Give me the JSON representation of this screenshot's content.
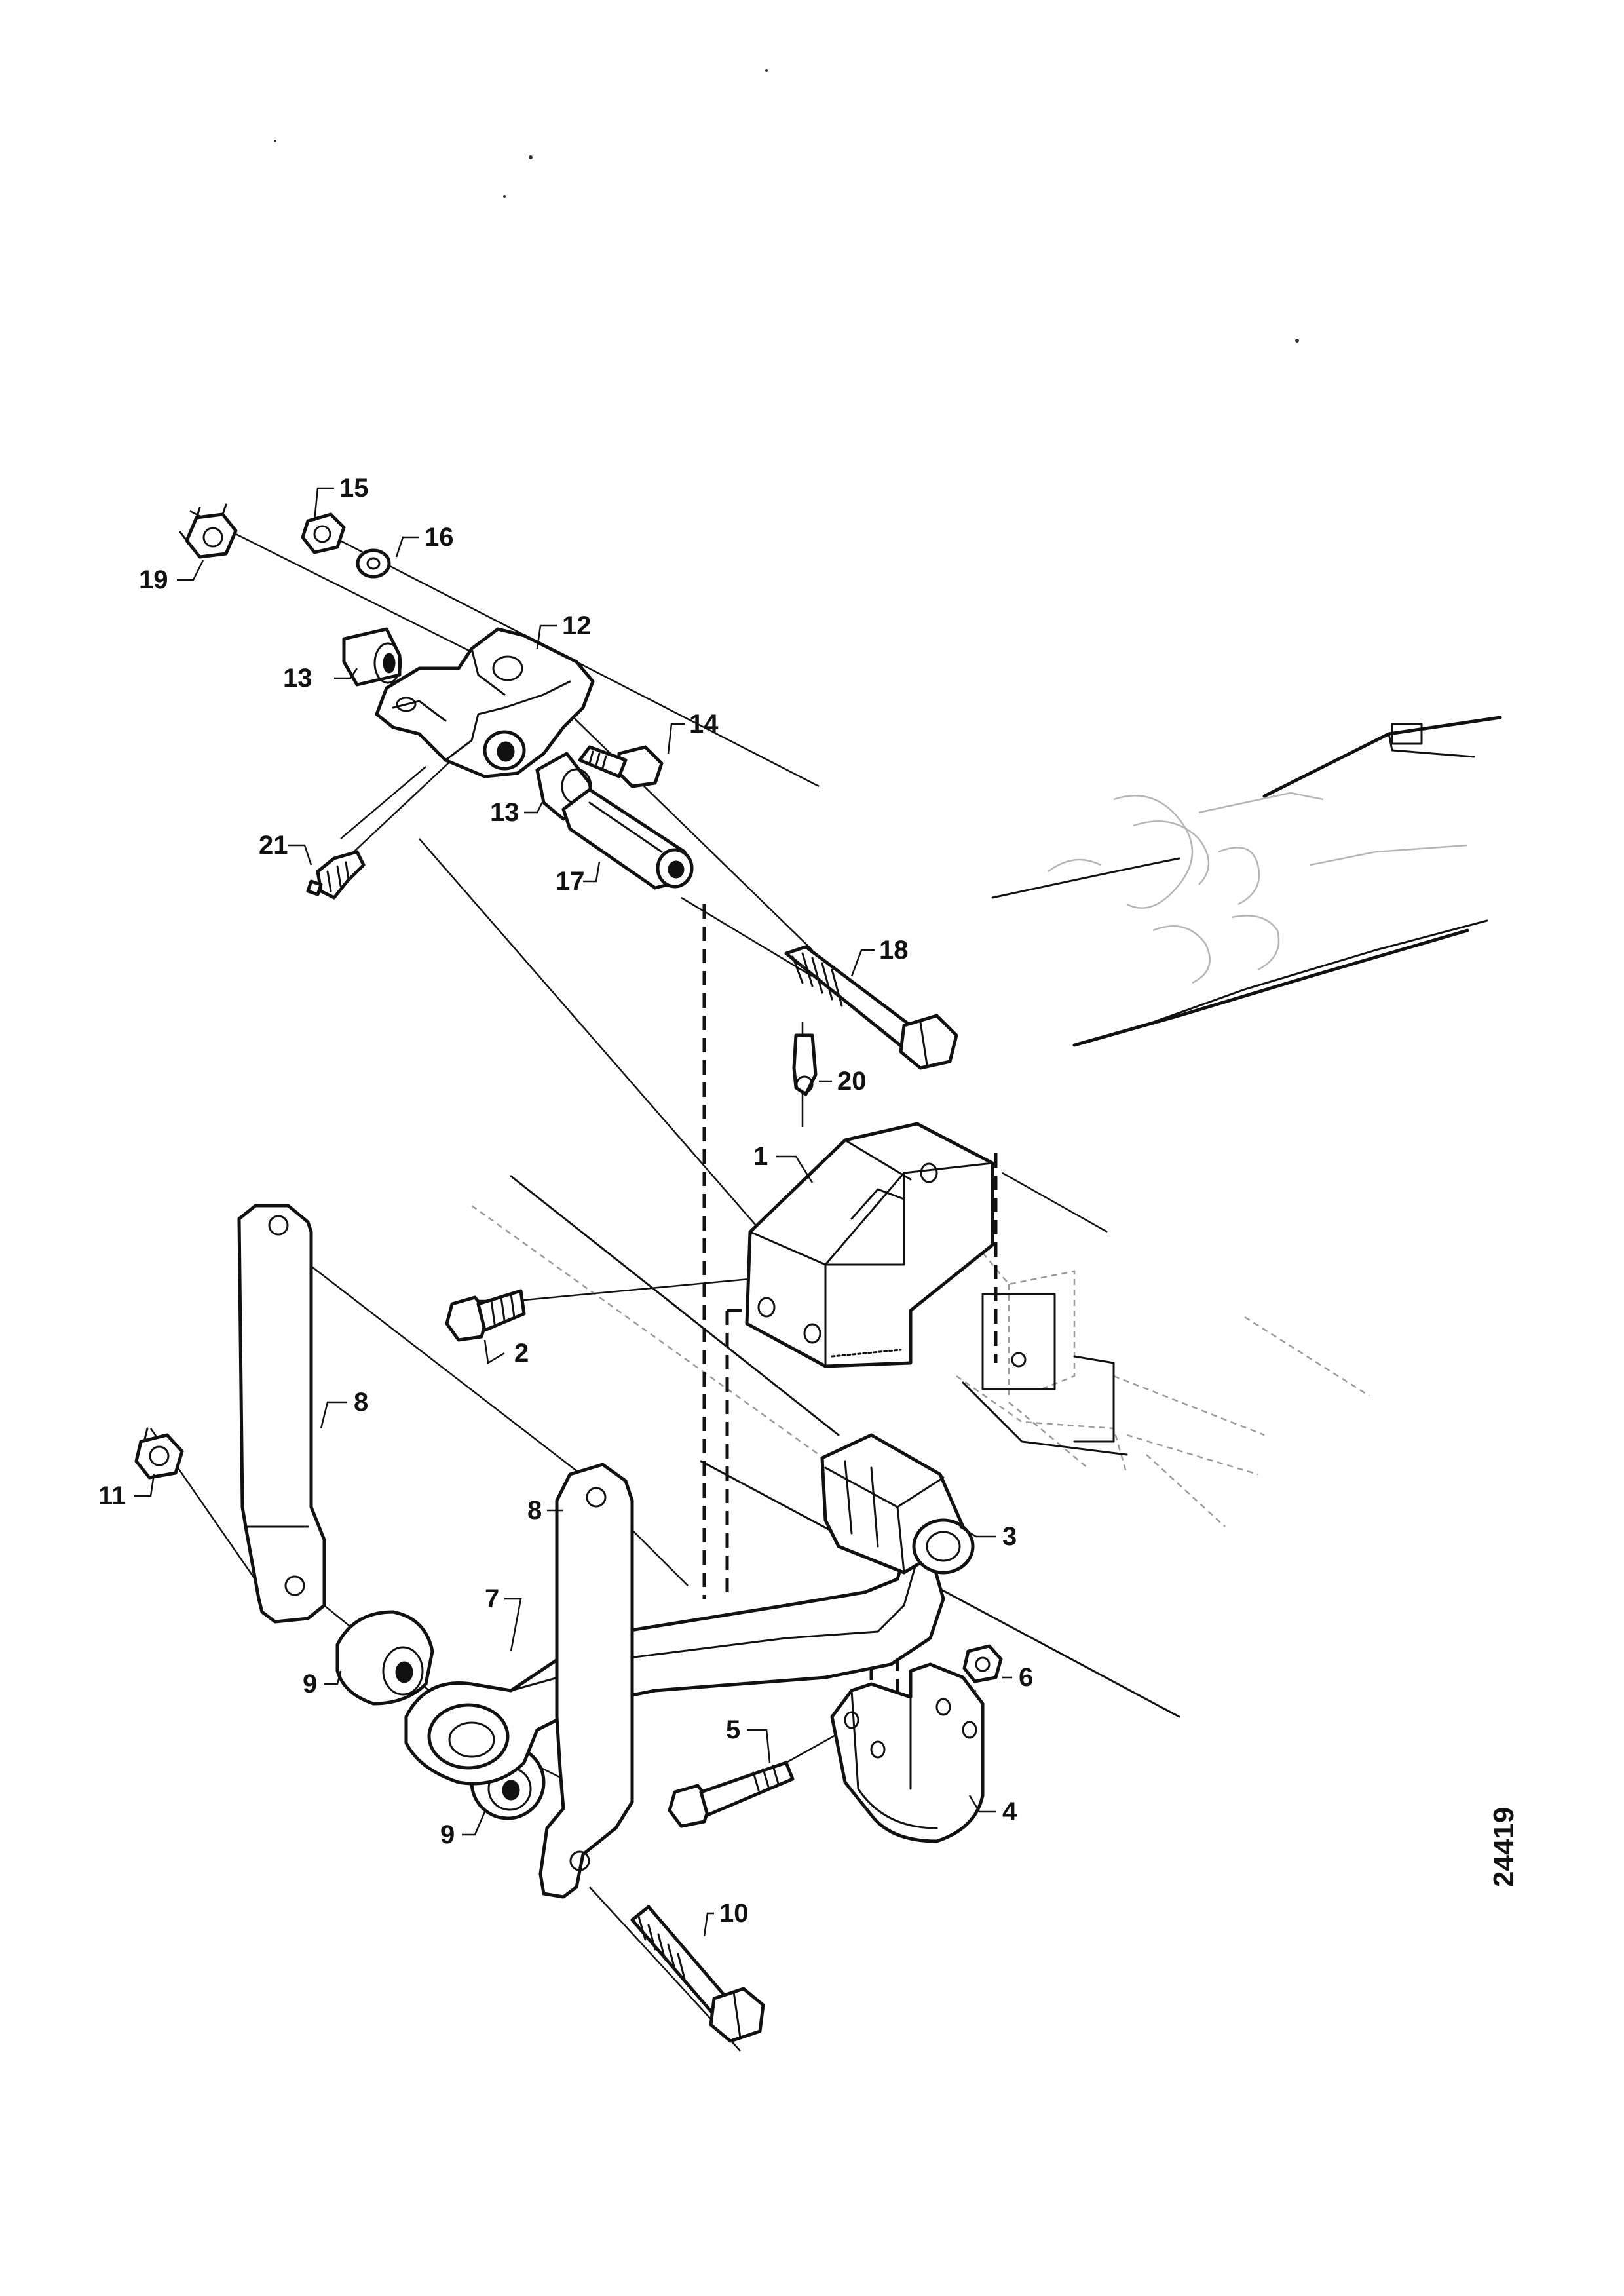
{
  "drawing": {
    "reference_number": "24419",
    "callouts": [
      "1",
      "2",
      "3",
      "4",
      "5",
      "6",
      "7",
      "8",
      "8",
      "9",
      "9",
      "10",
      "11",
      "12",
      "13",
      "13",
      "14",
      "15",
      "16",
      "17",
      "18",
      "19",
      "20",
      "21"
    ]
  }
}
